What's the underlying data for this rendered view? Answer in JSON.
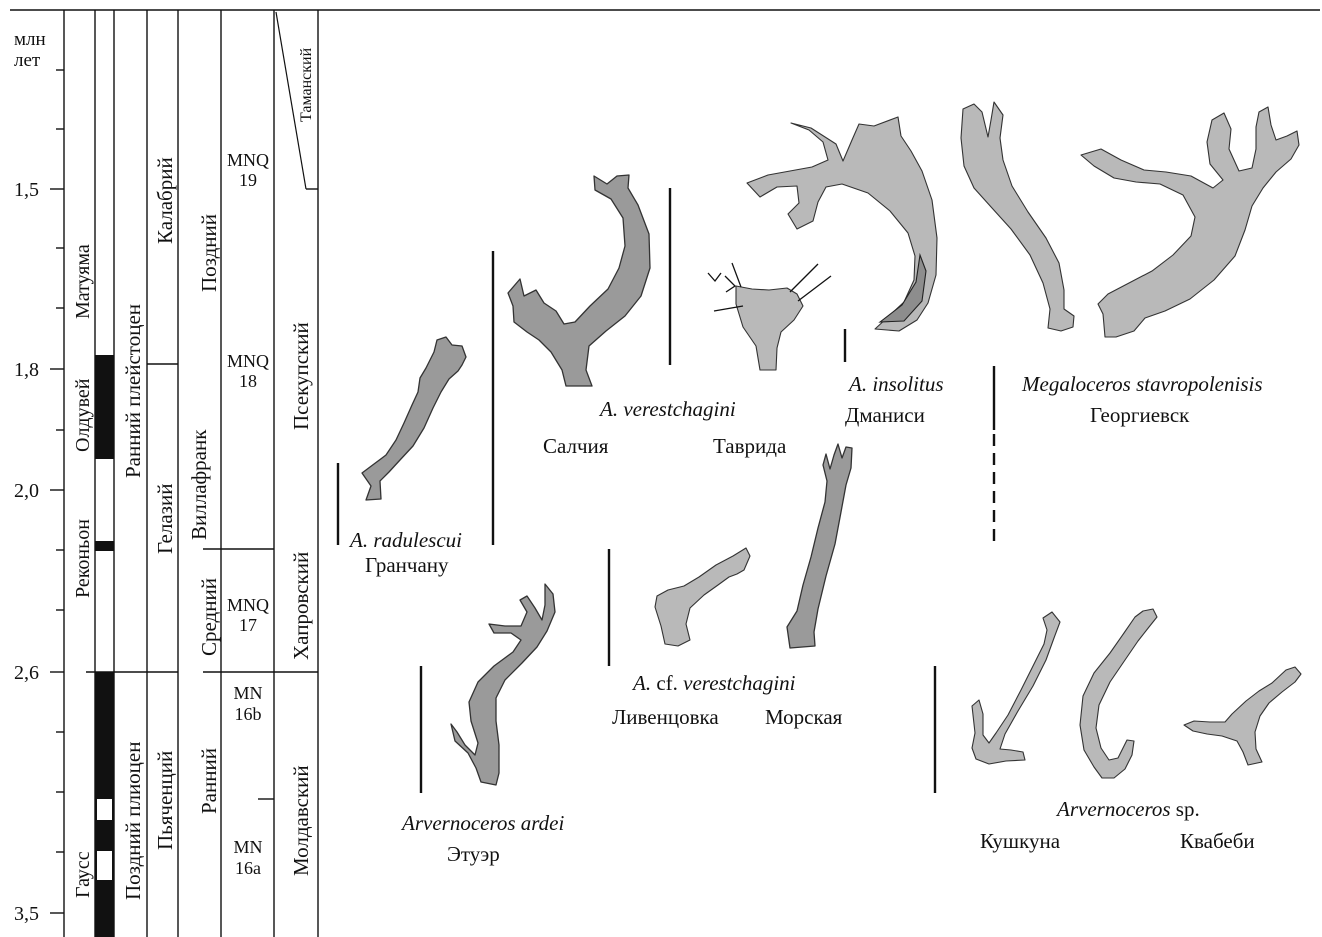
{
  "axis": {
    "unit": "млн\nлет",
    "unit_line1": "млн",
    "unit_line2": "лет",
    "ticks": [
      "1,5",
      "1,8",
      "2,0",
      "2,6",
      "3,5"
    ]
  },
  "magnetostratigraphy": {
    "chrons": [
      "Матуяма",
      "Гаусс"
    ],
    "subchrons": [
      "Олдувей",
      "Реконьон"
    ]
  },
  "epochs": [
    "Ранний плейстоцен",
    "Поздний плиоцен"
  ],
  "stages": [
    "Калабрий",
    "Гелазий",
    "Пьяченций"
  ],
  "mammal_ages": [
    "Виллафранк"
  ],
  "substages": [
    "Поздний",
    "Средний",
    "Ранний"
  ],
  "zones": [
    {
      "line1": "MNQ",
      "line2": "19"
    },
    {
      "line1": "MNQ",
      "line2": "18"
    },
    {
      "line1": "MNQ",
      "line2": "17"
    },
    {
      "line1": "MN",
      "line2": "16b"
    },
    {
      "line1": "MN",
      "line2": "16a"
    }
  ],
  "faunal_complexes": [
    "Таманский",
    "Псекупский",
    "Хапровский",
    "Молдавский"
  ],
  "specimens": {
    "radulescui": {
      "taxon": "A. radulescui",
      "site": "Гранчану"
    },
    "verestchagini": {
      "taxon": "A. verestchagini",
      "site1": "Салчия",
      "site2": "Таврида"
    },
    "insolitus": {
      "taxon": "A. insolitus",
      "site": "Дманиси"
    },
    "megaloceros": {
      "taxon": "Megaloceros stavropolenisis",
      "site": "Георгиевск"
    },
    "ardei": {
      "taxon": "Arvernoceros ardei",
      "site": "Этуэр"
    },
    "cf_verestchagini": {
      "taxon_prefix": "A.",
      "taxon_cf": "cf.",
      "taxon_name": "verestchagini",
      "site1": "Ливенцовка",
      "site2": "Морская"
    },
    "arvernoceros_sp": {
      "taxon_genus": "Arvernoceros",
      "taxon_sp": "sp.",
      "site1": "Кушкуна",
      "site2": "Квабеби"
    }
  },
  "colors": {
    "line": "#111111",
    "drawing_fill": "#9a9a9a",
    "photo_fill": "#b9b9b9",
    "polarity_normal": "#111111",
    "polarity_reversed": "#ffffff"
  }
}
